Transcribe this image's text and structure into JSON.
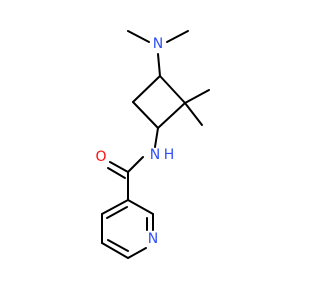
{
  "molecule": {
    "atoms": [
      {
        "symbol": "N",
        "role": "dimethylamino-nitrogen"
      },
      {
        "symbol": "N",
        "role": "amide-nitrogen"
      },
      {
        "symbol": "H",
        "role": "amide-hydrogen"
      },
      {
        "symbol": "O",
        "role": "carbonyl-oxygen"
      },
      {
        "symbol": "N",
        "role": "pyridine-nitrogen"
      }
    ],
    "colors": {
      "bond": "#000000",
      "nitrogen": "#3050f8",
      "oxygen": "#ff0d0d",
      "background": "#ffffff"
    }
  }
}
